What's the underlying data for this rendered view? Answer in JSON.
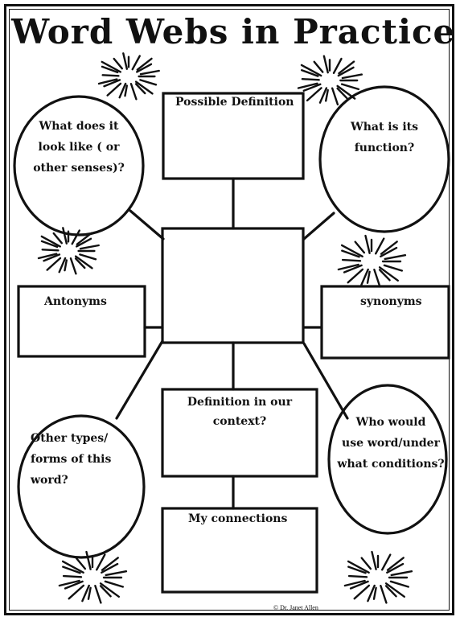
{
  "title": "Word Webs in Practice",
  "boxes": {
    "possible_definition": "Possible Definition",
    "antonyms": "Antonyms",
    "synonyms": "synonyms",
    "definition_context": "Definition in our\ncontext?",
    "my_connections": "My connections"
  },
  "ovals": {
    "look_like": "What does it\nlook like ( or\nother senses)?",
    "function": "What is its\nfunction?",
    "other_types": "Other types/\nforms of this\nword?",
    "who_would_use": "Who would\nuse word/under\nwhat conditions?"
  },
  "credit": "© Dr. Janet Allen"
}
